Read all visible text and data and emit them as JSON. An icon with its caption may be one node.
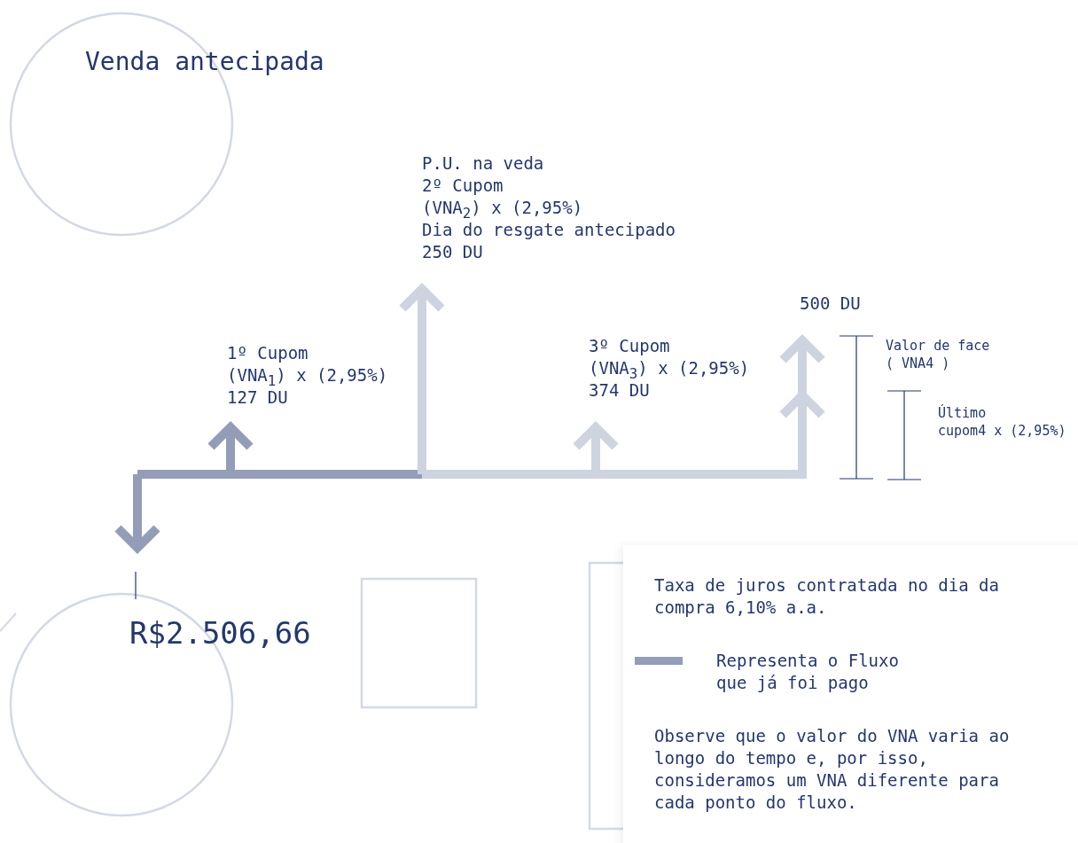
{
  "diagram": {
    "title": "Venda antecipada",
    "labels": [
      "P.U. na veda",
      "2º Cupom",
      "(VNA$_{2}$) x (2,95%)",
      "Dia do resgate antecipado",
      "250 DU",
      "500 DU",
      "1º Cupom",
      "(VNA$_{1}$) x (2,95%)",
      "127 DU",
      "3º Cupom",
      "(VNA$_{3}$) x (2,95%)",
      "374 DU",
      "Valor de face ( VNA4 )",
      "Último",
      "cupom4 x (2,95%)",
      "R$2.506,66",
      "Taxa de juros contratada no dia da compra 6,10% a.a.",
      "Observe que o valor do VNA varia ao longo do tempo e, por isso, consideramos um VNA diferente para cada ponto do fluxo."
    ],
    "legend": [
      {
        "text": "Representa o Fluxo que já foi pago",
        "color": "#939db8"
      }
    ]
  }
}
